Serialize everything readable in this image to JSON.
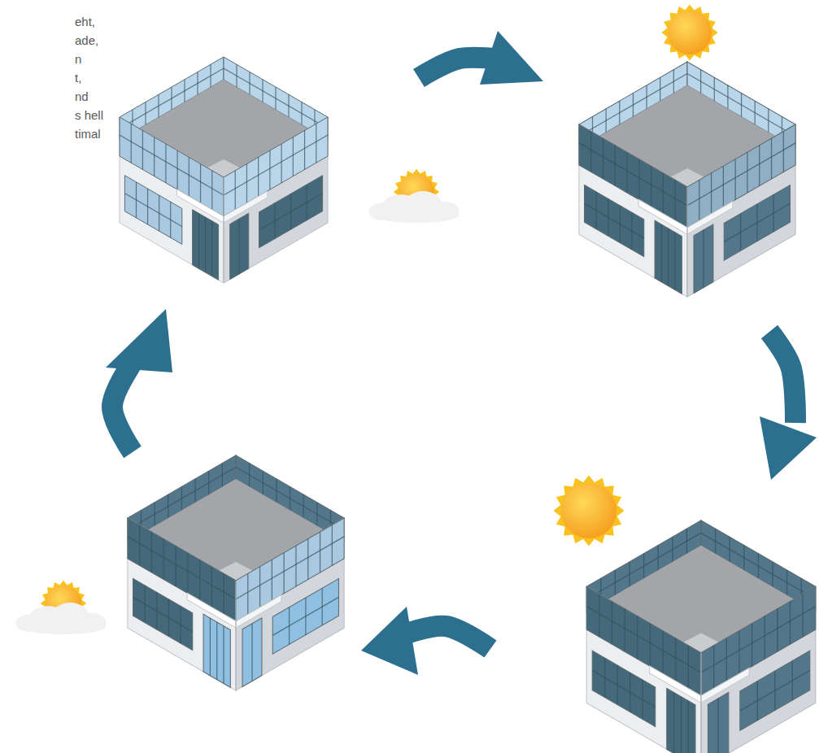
{
  "diagram": {
    "labels": [
      "eht,",
      "ade,",
      "n",
      "t,",
      "nd",
      "s hell",
      "timal"
    ]
  }
}
